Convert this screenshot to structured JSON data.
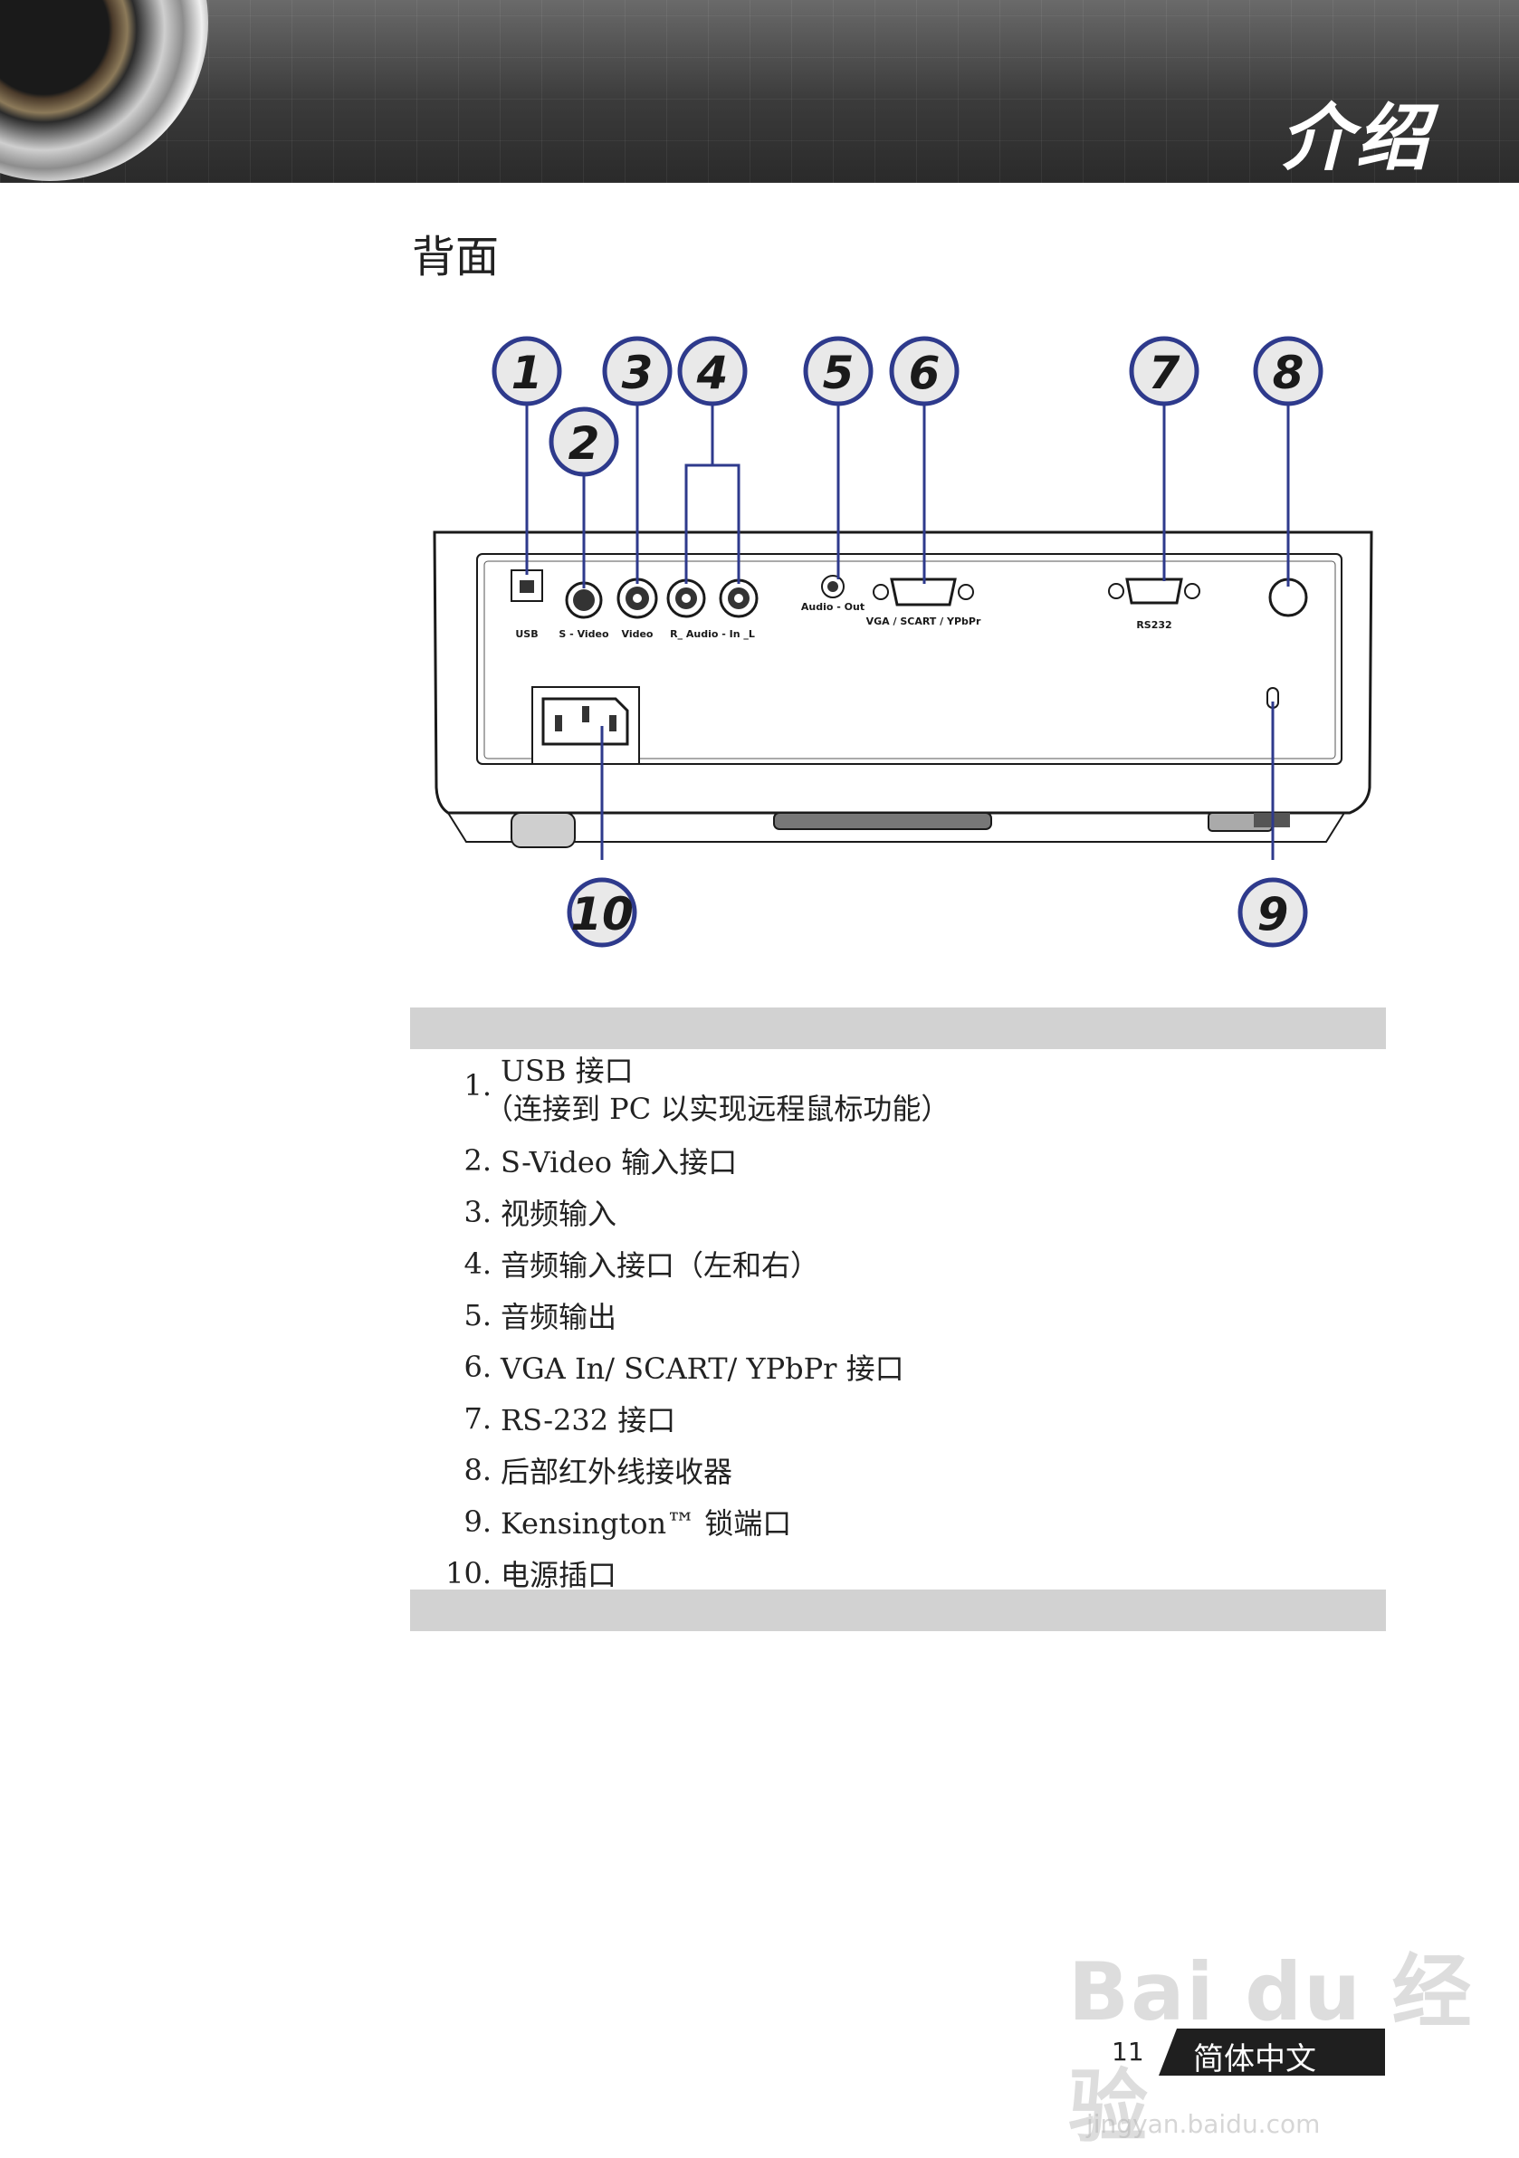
{
  "header": {
    "title": "介绍"
  },
  "section": {
    "title": "背面"
  },
  "diagram": {
    "callouts": [
      "1",
      "2",
      "3",
      "4",
      "5",
      "6",
      "7",
      "8",
      "9",
      "10"
    ],
    "port_labels": {
      "usb": "USB",
      "svideo": "S - Video",
      "video": "Video",
      "audio_in": "R_   Audio - In   _L",
      "audio_out": "Audio - Out",
      "vga": "VGA / SCART / YPbPr",
      "rs232": "RS232"
    }
  },
  "list": {
    "items": [
      {
        "num": "1.",
        "line1": "USB 接口",
        "line2": "（连接到 PC 以实现远程鼠标功能）"
      },
      {
        "num": "2.",
        "text": "S-Video 输入接口"
      },
      {
        "num": "3.",
        "text": "视频输入"
      },
      {
        "num": "4.",
        "text": "音频输入接口（左和右）"
      },
      {
        "num": "5.",
        "text": "音频输出"
      },
      {
        "num": "6.",
        "text": "VGA In/ SCART/ YPbPr 接口"
      },
      {
        "num": "7.",
        "text": "RS-232 接口"
      },
      {
        "num": "8.",
        "text": "后部红外线接收器"
      },
      {
        "num": "9.",
        "text": "Kensington™ 锁端口"
      },
      {
        "num": "10.",
        "text": "电源插口"
      }
    ]
  },
  "footer": {
    "page": "11",
    "language": "简体中文"
  },
  "watermark": {
    "brand": "Bai du 经验",
    "url": "jingyan.baidu.com"
  },
  "colors": {
    "callout_ring": "#2e3a8c",
    "callout_fill": "#e9e9e9",
    "bar": "#d2d2d2",
    "header": "#3b3b3b"
  }
}
